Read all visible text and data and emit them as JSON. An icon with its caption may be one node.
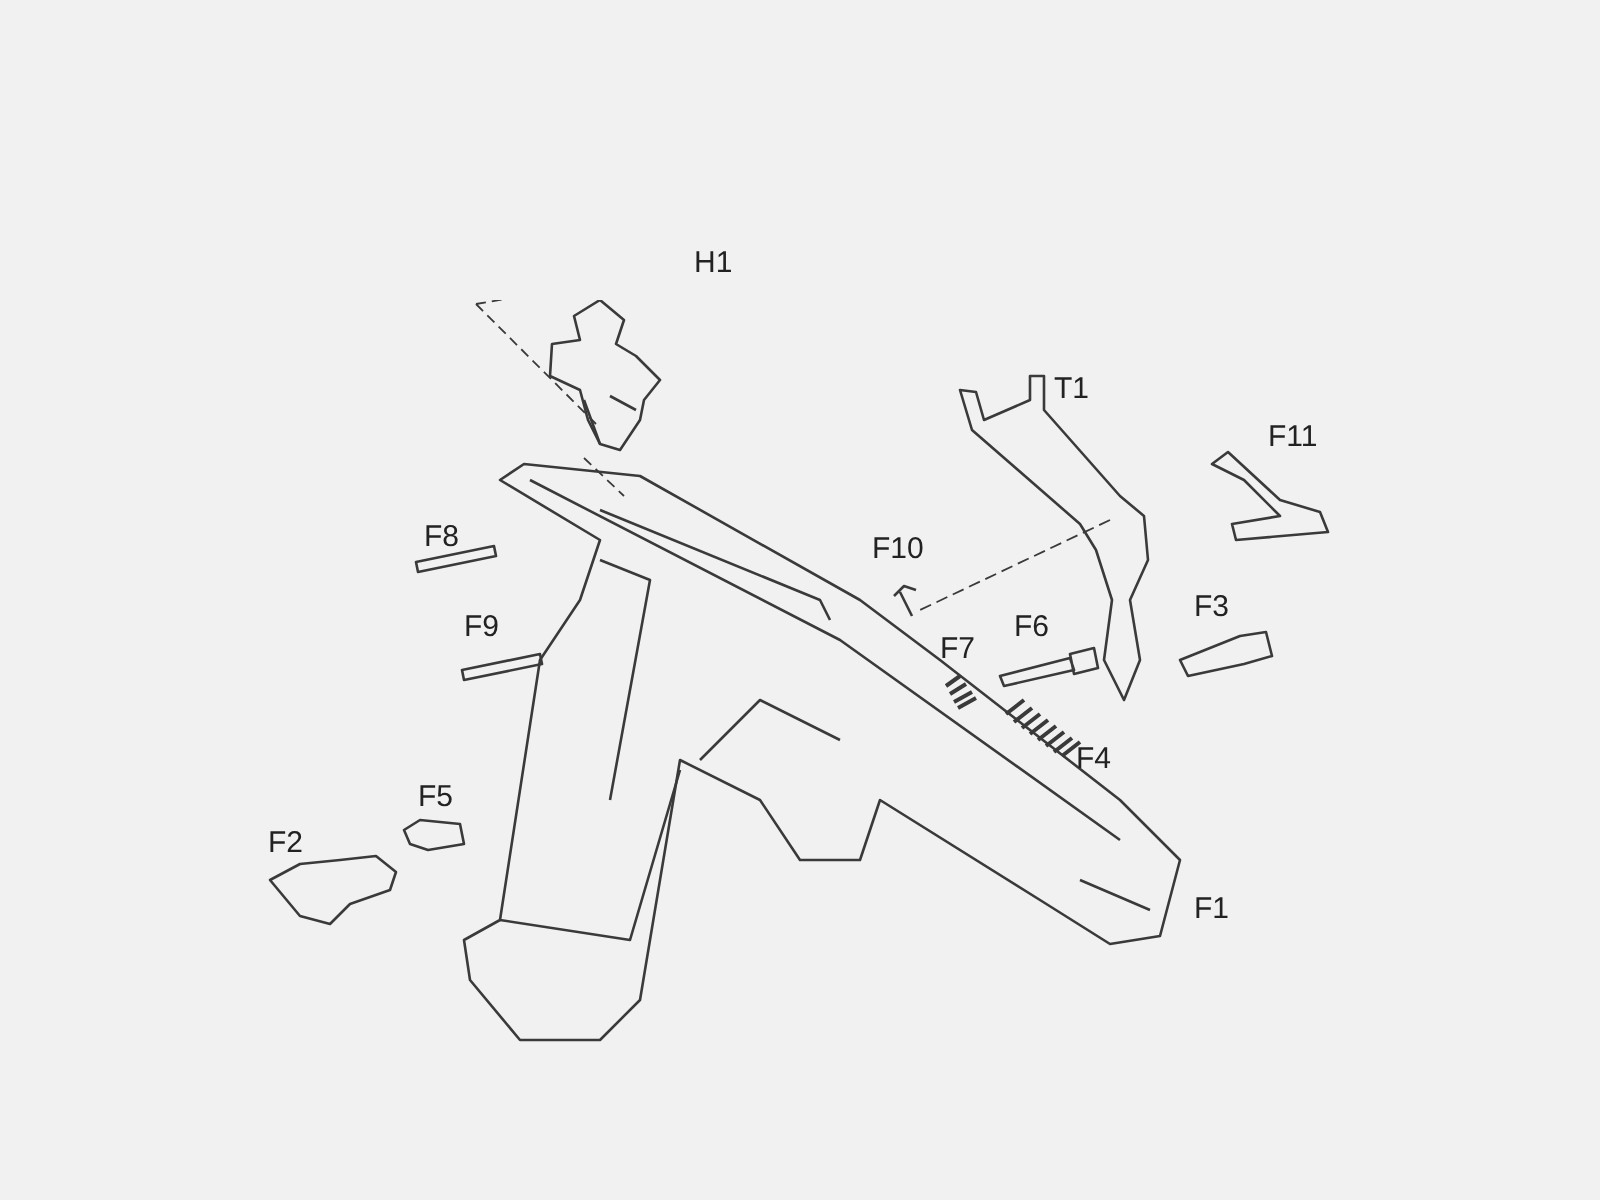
{
  "diagram": {
    "labels": [
      "H1",
      "T1",
      "F11",
      "F8",
      "F10",
      "F9",
      "F6",
      "F3",
      "F7",
      "F4",
      "F5",
      "F2",
      "F1"
    ]
  }
}
